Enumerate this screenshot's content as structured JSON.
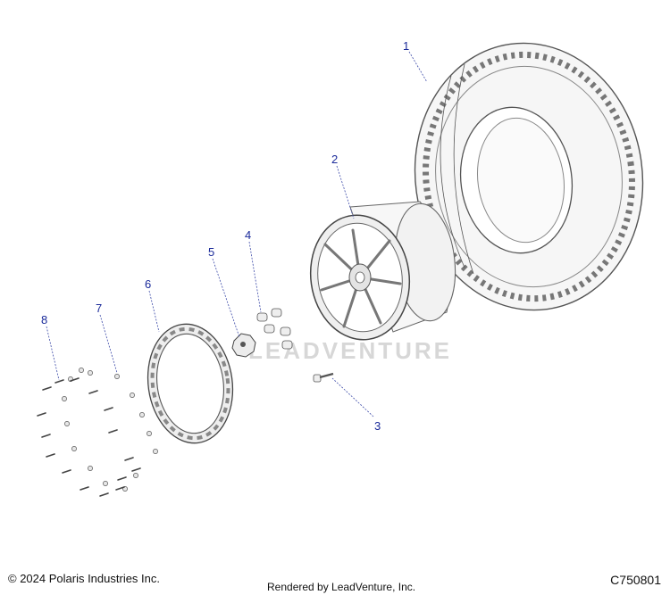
{
  "callouts": {
    "c1": "1",
    "c2": "2",
    "c3": "3",
    "c4": "4",
    "c5": "5",
    "c6": "6",
    "c7": "7",
    "c8": "8"
  },
  "watermark": "LEADVENTURE",
  "footer": {
    "copyright": "© 2024 Polaris Industries Inc.",
    "rendered_by": "Rendered by LeadVenture, Inc.",
    "diagram_id": "C750801"
  },
  "colors": {
    "callout": "#1a2a9a",
    "outline": "#555555"
  }
}
